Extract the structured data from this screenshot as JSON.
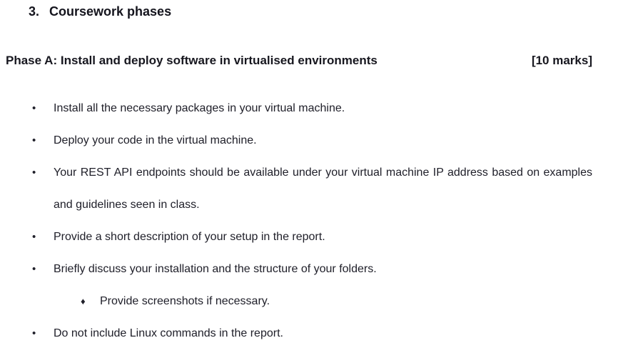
{
  "heading": {
    "number": "3.",
    "title": "Coursework phases"
  },
  "phase": {
    "title": "Phase A: Install and deploy software in virtualised environments",
    "marks": "[10 marks]"
  },
  "bullets": {
    "marker": "•",
    "sub_marker": "♦",
    "items": [
      {
        "text": "Install all the necessary packages in your virtual machine."
      },
      {
        "text": "Deploy your code in the virtual machine."
      },
      {
        "text": "Your REST API endpoints should be available under your virtual machine IP address based on examples and guidelines seen in class."
      },
      {
        "text": "Provide a short description of your setup in the report."
      },
      {
        "text": "Briefly discuss your installation and the structure of your folders."
      },
      {
        "text": "Do not include Linux commands in the report."
      }
    ],
    "sub_items": [
      {
        "text": "Provide screenshots if necessary."
      }
    ]
  },
  "colors": {
    "background": "#ffffff",
    "text": "#1d1d26"
  }
}
